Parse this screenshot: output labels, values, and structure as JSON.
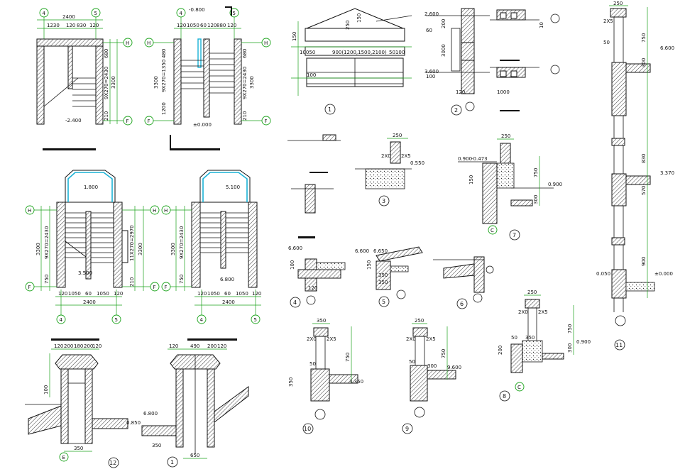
{
  "drawing": {
    "plans": {
      "p1": {
        "grid_left": "4",
        "grid_right": "5",
        "grid_top": "H",
        "grid_bottom": "F",
        "dim_top": "2400",
        "dim_sub": [
          "1230",
          "120",
          "830",
          "120"
        ],
        "dim_right": [
          "680",
          "9X270=2430",
          "210"
        ],
        "dim_right_total": "3300",
        "elev": "-2.400"
      },
      "p2": {
        "grid_left": "4",
        "grid_right": "5",
        "grid_top": "H",
        "grid_bottom": "F",
        "elev_top": "-0.800",
        "dim_sub": [
          "120",
          "1050",
          "60",
          "120",
          "880",
          "120"
        ],
        "dim_left": [
          "480",
          "9X270=1350",
          "1200"
        ],
        "dim_left_total": "3300",
        "dim_right": [
          "680",
          "9X270=2430",
          "210"
        ],
        "dim_right_total": "3300",
        "elev": "±0.000"
      },
      "p3": {
        "grid_left_top": "H",
        "grid_left_bottom": "F",
        "grid_right_top": "H",
        "grid_right_bottom": "F",
        "grid_bottom_left": "4",
        "grid_bottom_right": "5",
        "elev_top": "1.800",
        "elev_mid": "3.500",
        "dim_left": [
          "3300",
          "9X270=2430",
          "750"
        ],
        "dim_right": [
          "11X270=2970",
          "210",
          "3300"
        ],
        "dim_bottom": [
          "120",
          "1050",
          "60",
          "1050",
          "120"
        ],
        "dim_bottom_total": "2400"
      },
      "p4": {
        "grid_left_top": "H",
        "grid_left_bottom": "F",
        "grid_bottom_left": "4",
        "grid_bottom_right": "5",
        "elev_top": "5.100",
        "elev_mid": "6.800",
        "dim_left": [
          "3300",
          "9X270=2430",
          "750"
        ],
        "dim_bottom": [
          "120",
          "1050",
          "60",
          "1050",
          "120"
        ],
        "dim_bottom_total": "2400"
      }
    },
    "details": {
      "d1": {
        "label": "1",
        "dims": [
          "900(1200,1500,2100)",
          "10050",
          "50100",
          "150",
          "100",
          "250",
          "150"
        ]
      },
      "d2": {
        "label": "2",
        "dims": [
          "2.600",
          "3.600",
          "3000",
          "200",
          "60",
          "100",
          "120",
          "10",
          "1000"
        ]
      },
      "d3": {
        "label": "3",
        "dims": [
          "250",
          "2X0",
          "2X5",
          "0.550"
        ]
      },
      "d4": {
        "label": "4",
        "dims": [
          "6.600",
          "100",
          "120"
        ]
      },
      "d5": {
        "label": "5",
        "dims": [
          "6.600",
          "6.650",
          "350",
          "150",
          "350"
        ]
      },
      "d6": {
        "label": "6"
      },
      "d7": {
        "label": "7",
        "grid": "C",
        "dims": [
          "250",
          "0.900",
          "-0.473",
          "750",
          "300",
          "0.900",
          "150"
        ]
      },
      "d8": {
        "label": "8",
        "grid": "C",
        "dims": [
          "250",
          "2X0",
          "2X5",
          "750",
          "300",
          "0.900",
          "200",
          "50",
          "350"
        ]
      },
      "d9": {
        "label": "9",
        "dims": [
          "250",
          "2X0",
          "2X5",
          "750",
          "50",
          "300",
          "9.600"
        ]
      },
      "d10": {
        "label": "10",
        "dims": [
          "350",
          "2X0",
          "2X5",
          "750",
          "50",
          "350",
          "3.350"
        ]
      },
      "d11": {
        "label": "11",
        "dims": [
          "250",
          "2X5",
          "750",
          "50",
          "6.600",
          "3.370",
          "570",
          "300",
          "830",
          "900",
          "±0.000",
          "0.050"
        ]
      },
      "d12": {
        "label": "12",
        "grid": "E",
        "dims": [
          "120",
          "200",
          "180",
          "200",
          "120",
          "100",
          "350"
        ]
      },
      "d13": {
        "label": "1",
        "dims": [
          "120",
          "490",
          "200",
          "120",
          "650",
          "6.800",
          "0.850",
          "350"
        ]
      }
    }
  }
}
